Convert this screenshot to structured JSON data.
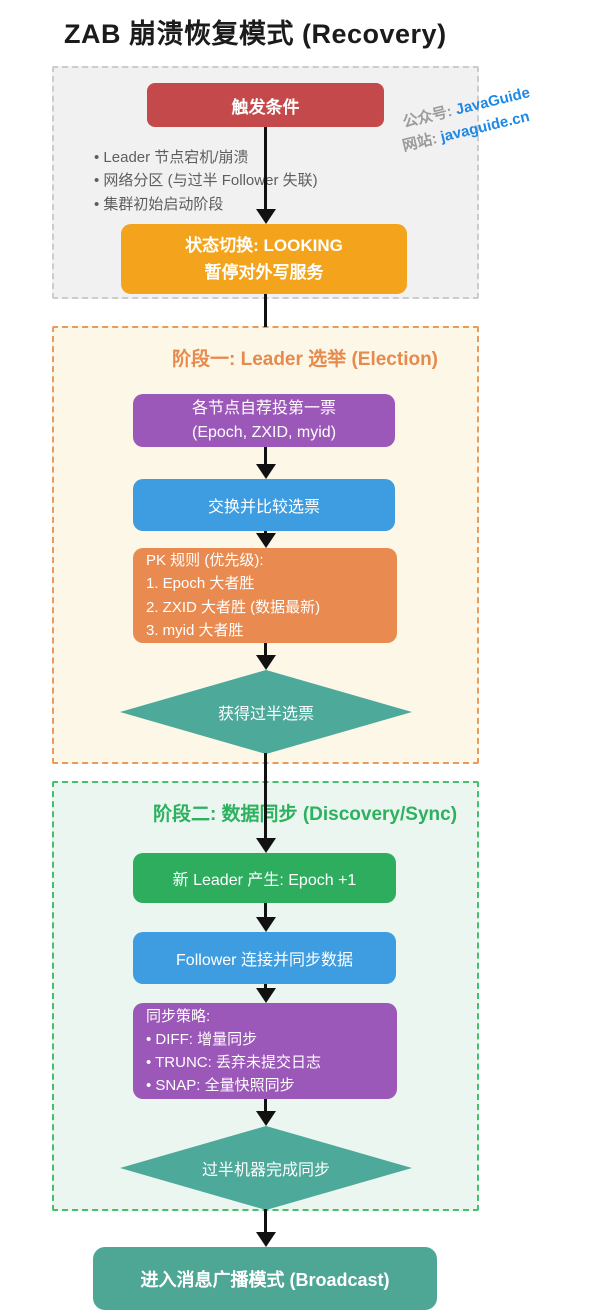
{
  "title": "ZAB 崩溃恢复模式 (Recovery)",
  "watermark": {
    "label1": "公众号:",
    "value1": "JavaGuide",
    "label2": "网站:",
    "value2": "javaguide.cn"
  },
  "trigger_section": {
    "trigger_node": "触发条件",
    "bullets": [
      "Leader 节点宕机/崩溃",
      "网络分区 (与过半 Follower 失联)",
      "集群初始启动阶段"
    ],
    "state_node_line1": "状态切换: LOOKING",
    "state_node_line2": "暂停对外写服务"
  },
  "phase1": {
    "title": "阶段一: Leader 选举 (Election)",
    "vote_node_line1": "各节点自荐投第一票",
    "vote_node_line2": "(Epoch, ZXID, myid)",
    "exchange_node": "交换并比较选票",
    "pk_lines": [
      "PK 规则 (优先级):",
      "1. Epoch 大者胜",
      "2. ZXID 大者胜 (数据最新)",
      "3. myid 大者胜"
    ],
    "decision": "获得过半选票"
  },
  "phase2": {
    "title": "阶段二: 数据同步 (Discovery/Sync)",
    "leader_node": "新 Leader 产生: Epoch +1",
    "follower_node": "Follower 连接并同步数据",
    "sync_lines": [
      "同步策略:",
      "• DIFF: 增量同步",
      "• TRUNC: 丢弃未提交日志",
      "• SNAP: 全量快照同步"
    ],
    "decision": "过半机器完成同步"
  },
  "final_node": "进入消息广播模式 (Broadcast)",
  "colors": {
    "node_red": "#C4494B",
    "node_amber": "#F3A41C",
    "node_purple": "#9C58B8",
    "node_blue": "#3E9DE0",
    "node_orange": "#E98B50",
    "node_green": "#2EAD5F",
    "node_teal": "#4DA99A",
    "final_teal": "#4EA795",
    "phase1_accent": "#E78A4E",
    "phase2_accent": "#2DB15F",
    "trigger_bg": "#F1F1F1",
    "phase1_bg": "#FCF7E7",
    "phase2_bg": "#EAF6EF",
    "watermark_blue": "#1E88E5",
    "arrow": "#111111"
  }
}
